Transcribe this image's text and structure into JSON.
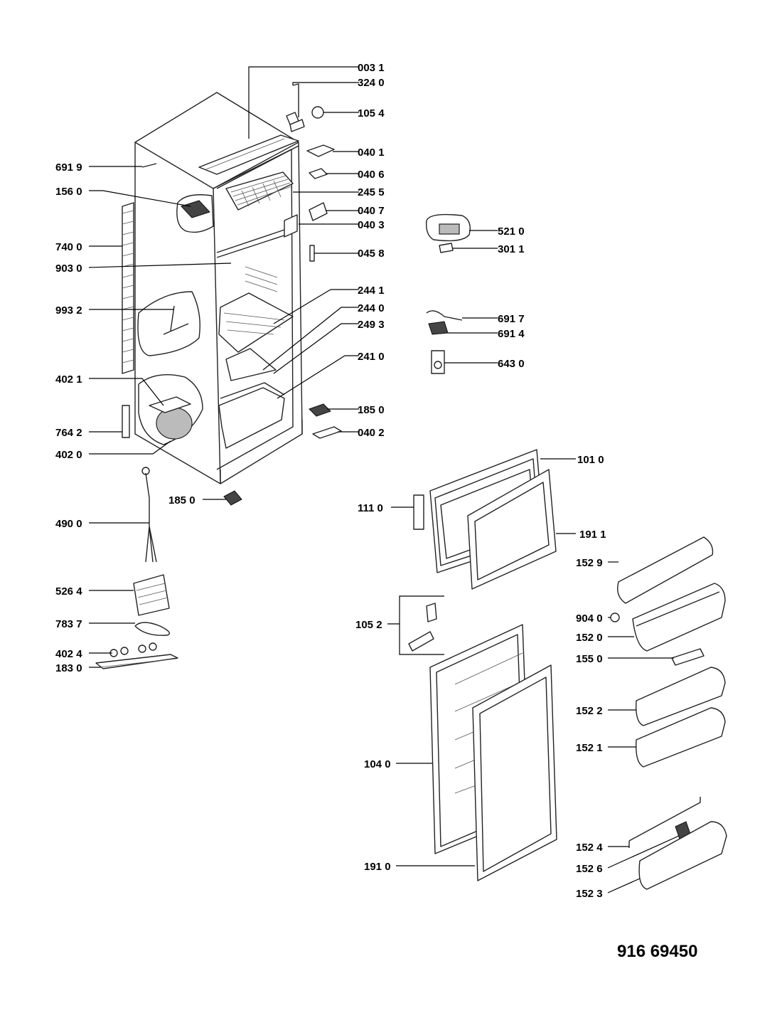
{
  "diagram": {
    "labels": [
      "003 1",
      "324 0",
      "105 4",
      "040 1",
      "691 9",
      "040 6",
      "156 0",
      "245 5",
      "040 7",
      "040 3",
      "740 0",
      "045 8",
      "903 0",
      "244 1",
      "993 2",
      "244 0",
      "249 3",
      "241 0",
      "402 1",
      "185 0",
      "764 2",
      "040 2",
      "402 0",
      "185 0",
      "490 0",
      "526 4",
      "783 7",
      "402 4",
      "183 0",
      "521 0",
      "301 1",
      "691 7",
      "691 4",
      "643 0",
      "101 0",
      "111 0",
      "191 1",
      "152 9",
      "105 2",
      "904 0",
      "152 0",
      "155 0",
      "152 2",
      "152 1",
      "104 0",
      "152 4",
      "152 6",
      "191 0",
      "152 3"
    ],
    "model_number": "916 69450"
  }
}
